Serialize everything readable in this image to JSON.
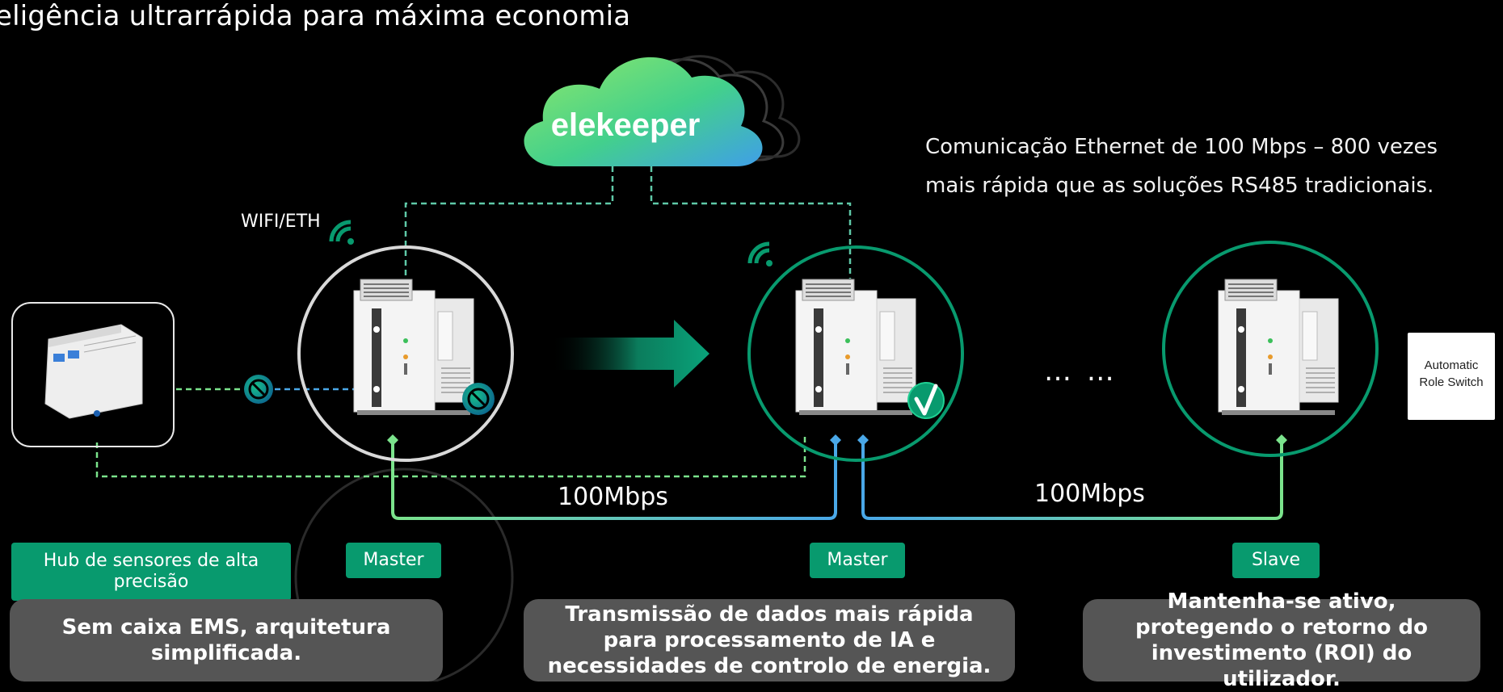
{
  "heading": "eligência ultrarrápida para máxima economia",
  "cloud_logo": "elekeeper",
  "info_text": "Comunicação Ethernet de 100 Mbps – 800 vezes mais rápida que as soluções RS485 tradicionais.",
  "wifi_label": "WIFI/ETH",
  "speed_left": "100Mbps",
  "speed_right": "100Mbps",
  "ellipsis": "… …",
  "role_switch": {
    "line1": "Automatic",
    "line2": "Role Switch"
  },
  "badges": {
    "hub": "Hub de sensores de alta precisão",
    "master1": "Master",
    "master2": "Master",
    "slave": "Slave"
  },
  "captions": {
    "left": "Sem caixa EMS, arquitetura simplificada.",
    "center": "Transmissão de dados mais rápida para processamento de IA e necessidades de controlo de energia.",
    "right": "Mantenha-se ativo, protegendo o retorno do investimento (ROI) do utilizador."
  },
  "colors": {
    "accent_green": "#089a6e",
    "line_green": "#7be38c",
    "line_blue": "#4aa8e8",
    "circle_white": "#d9d9d9",
    "caption_gray": "#555555"
  },
  "icons": [
    "wifi-icon",
    "blocked-icon",
    "check-icon",
    "arrow-right-icon",
    "cloud-icon",
    "inverter-icon",
    "sensor-hub-icon",
    "role-switch-icon"
  ]
}
